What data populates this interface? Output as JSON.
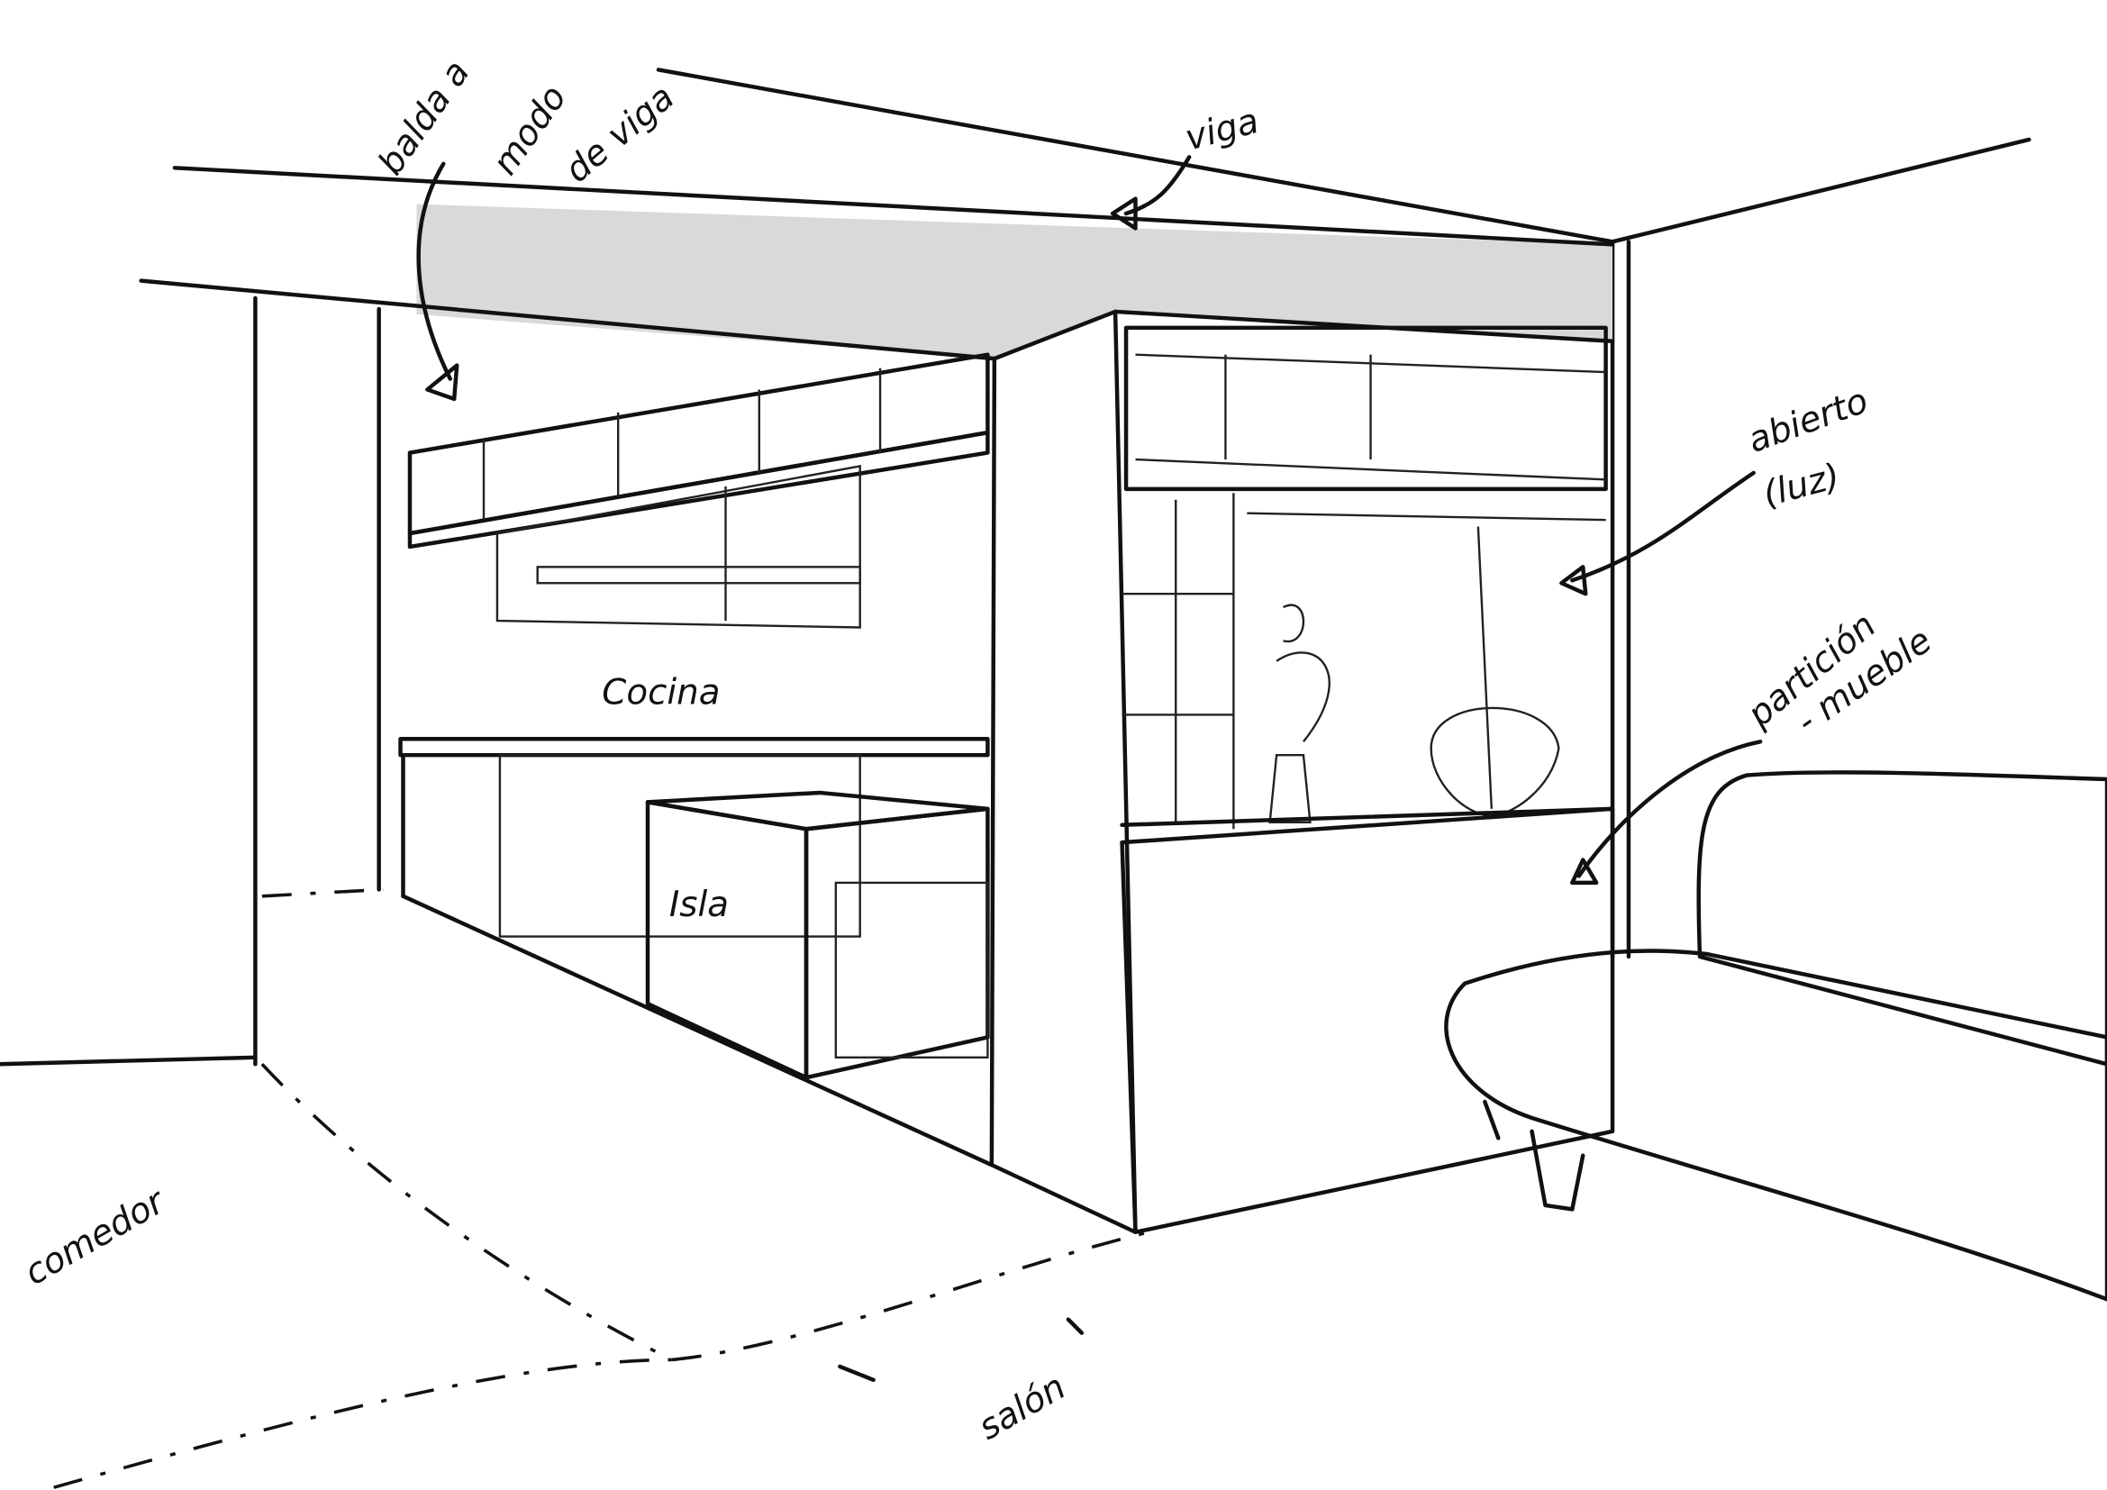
{
  "labels": {
    "balda": [
      "balda a",
      "modo",
      "de viga"
    ],
    "viga": "viga",
    "abierto": [
      "abierto",
      "(luz)"
    ],
    "particion": [
      "partición",
      "- mueble"
    ],
    "cocina": "Cocina",
    "isla": "Isla",
    "comedor": "comedor",
    "salon": "salón"
  },
  "colors": {
    "ink": "#111111",
    "light_gray": "#d9d9d9",
    "mid_gray": "#c8c8c8",
    "dark_gray": "#b3b3b3"
  }
}
